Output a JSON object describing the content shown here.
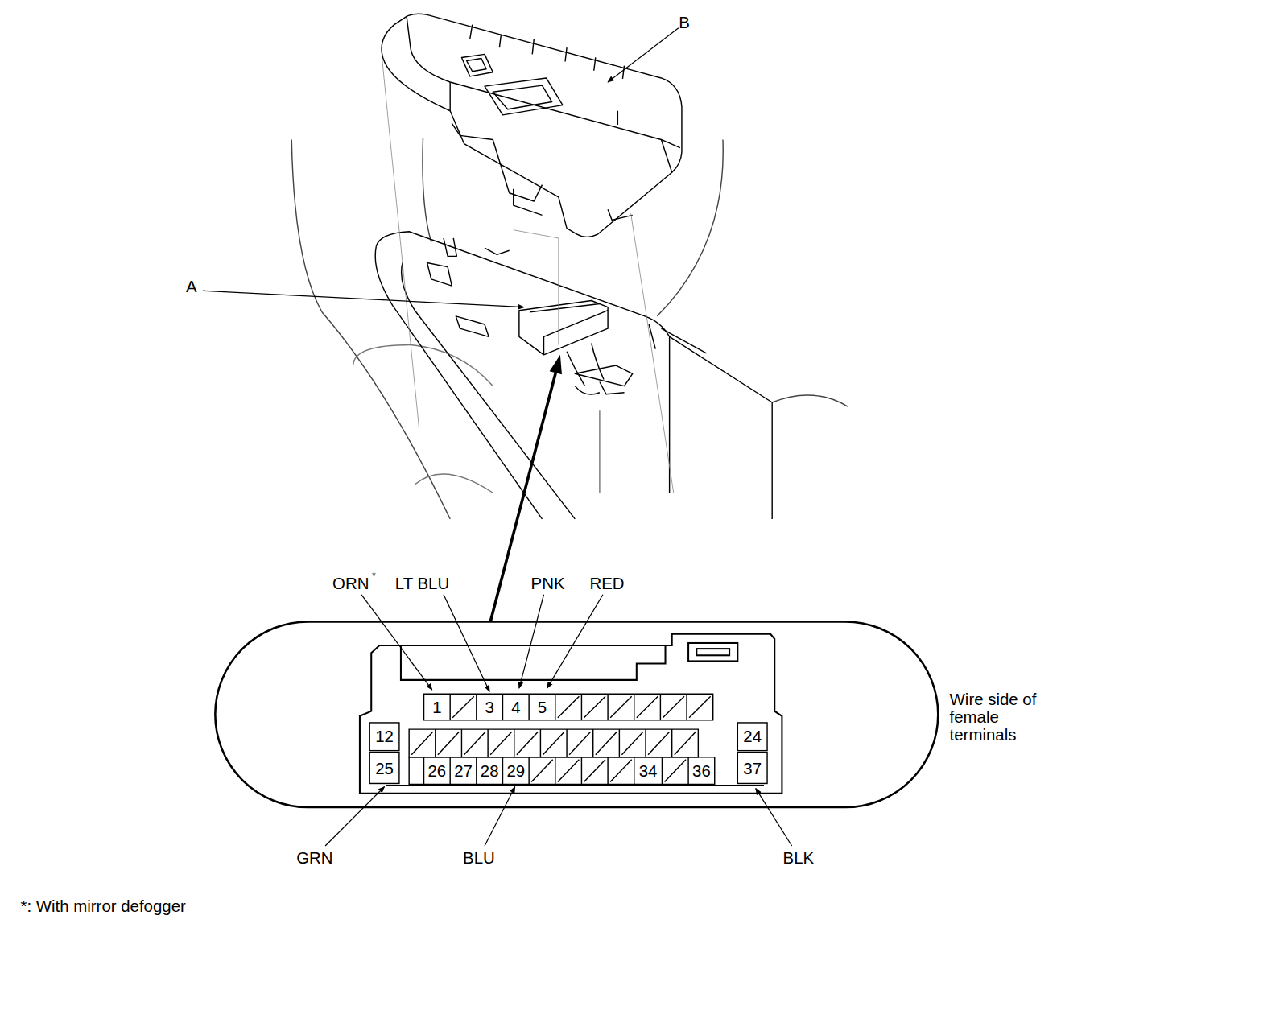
{
  "diagram": {
    "labels": [
      "B",
      "A",
      "ORN",
      "*",
      "LT BLU",
      "PNK",
      "RED",
      "1",
      "3",
      "4",
      "5",
      "12",
      "24",
      "25",
      "26",
      "27",
      "28",
      "29",
      "34",
      "36",
      "37",
      "Wire side of female terminals",
      "GRN",
      "BLU",
      "BLK",
      "*: With mirror defogger"
    ]
  }
}
